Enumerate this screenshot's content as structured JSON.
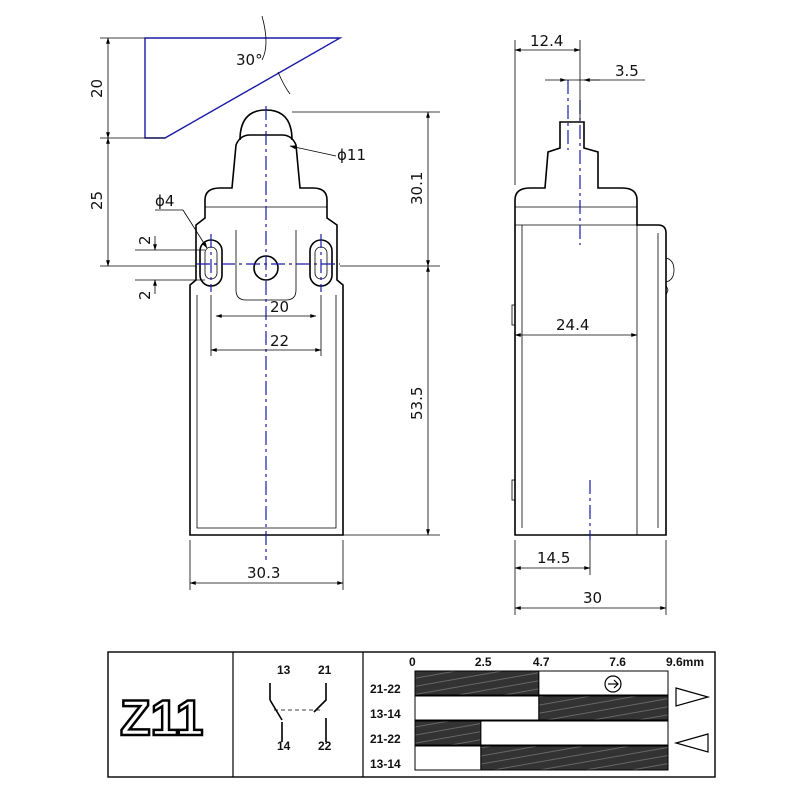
{
  "front_view": {
    "dims": {
      "h20": "20",
      "h25": "25",
      "angle": "30°",
      "roller_dia": "ϕ11",
      "hole_dia": "ϕ4",
      "slot_top": "2",
      "slot_bottom": "2",
      "h30_1": "30.1",
      "w20": "20",
      "w22": "22",
      "h53_5": "53.5",
      "w30_3": "30.3"
    }
  },
  "side_view": {
    "dims": {
      "w12_4": "12.4",
      "w3_5": "3.5",
      "w24_4": "24.4",
      "w14_5": "14.5",
      "w30": "30"
    }
  },
  "table": {
    "model": "Z11",
    "contacts": {
      "nc_top": "13",
      "no_top": "21",
      "nc_bottom": "14",
      "no_bottom": "22"
    },
    "scale_ticks": [
      "0",
      "2.5",
      "4.7",
      "7.6",
      "9.6mm"
    ],
    "rows": [
      {
        "label": "21-22",
        "segments": [
          {
            "from": 0,
            "to": 4.7,
            "state": "closed"
          },
          {
            "from": 4.7,
            "to": 9.6,
            "state": "open"
          }
        ]
      },
      {
        "label": "13-14",
        "segments": [
          {
            "from": 0,
            "to": 4.7,
            "state": "open"
          },
          {
            "from": 4.7,
            "to": 9.6,
            "state": "closed"
          }
        ]
      },
      {
        "label": "21-22",
        "segments": [
          {
            "from": 0,
            "to": 2.5,
            "state": "closed"
          },
          {
            "from": 2.5,
            "to": 9.6,
            "state": "open"
          }
        ]
      },
      {
        "label": "13-14",
        "segments": [
          {
            "from": 0,
            "to": 2.5,
            "state": "open"
          },
          {
            "from": 2.5,
            "to": 9.6,
            "state": "closed"
          }
        ]
      }
    ],
    "positive_opening_symbol": "arrow-circle-icon",
    "direction_icons": [
      "triangle-right-icon",
      "triangle-left-icon"
    ]
  }
}
